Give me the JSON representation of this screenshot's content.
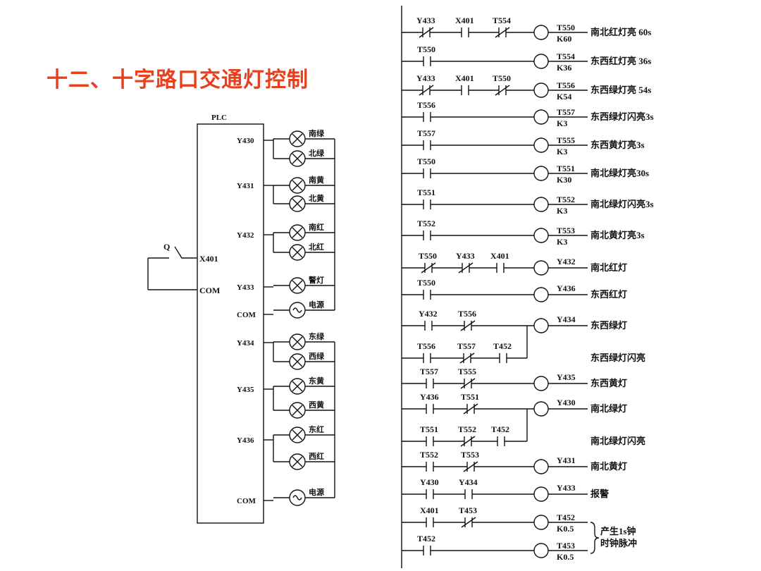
{
  "title": "十二、十字路口交通灯控制",
  "wiring": {
    "plc_label": "PLC",
    "input_switch": "Q",
    "input_terminal": "X401",
    "input_com": "COM",
    "outputs": [
      {
        "terminal": "Y430",
        "lamps": [
          "南绿",
          "北绿"
        ]
      },
      {
        "terminal": "Y431",
        "lamps": [
          "南黄",
          "北黄"
        ]
      },
      {
        "terminal": "Y432",
        "lamps": [
          "南红",
          "北红"
        ]
      },
      {
        "terminal": "Y433",
        "lamps": [
          "警灯"
        ]
      },
      {
        "terminal": "COM",
        "lamps": [
          "电源"
        ]
      },
      {
        "terminal": "Y434",
        "lamps": [
          "东绿",
          "西绿"
        ]
      },
      {
        "terminal": "Y435",
        "lamps": [
          "东黄",
          "西黄"
        ]
      },
      {
        "terminal": "Y436",
        "lamps": [
          "东红",
          "西红"
        ]
      },
      {
        "terminal": "COM",
        "lamps": [
          "电源"
        ]
      }
    ]
  },
  "ladder": {
    "rungs": [
      {
        "contacts": [
          {
            "name": "Y433",
            "type": "NC"
          },
          {
            "name": "X401",
            "type": "NO"
          },
          {
            "name": "T554",
            "type": "NC"
          }
        ],
        "coil": "T550",
        "k": "K60",
        "comment": "南北红灯亮 60s"
      },
      {
        "contacts": [
          {
            "name": "T550",
            "type": "NO"
          }
        ],
        "coil": "T554",
        "k": "K36",
        "comment": "东西红灯亮 36s"
      },
      {
        "contacts": [
          {
            "name": "Y433",
            "type": "NC"
          },
          {
            "name": "X401",
            "type": "NO"
          },
          {
            "name": "T550",
            "type": "NC"
          }
        ],
        "coil": "T556",
        "k": "K54",
        "comment": "东西绿灯亮 54s"
      },
      {
        "contacts": [
          {
            "name": "T556",
            "type": "NO"
          }
        ],
        "coil": "T557",
        "k": "K3",
        "comment": "东西绿灯闪亮3s"
      },
      {
        "contacts": [
          {
            "name": "T557",
            "type": "NO"
          }
        ],
        "coil": "T555",
        "k": "K3",
        "comment": "东西黄灯亮3s"
      },
      {
        "contacts": [
          {
            "name": "T550",
            "type": "NO"
          }
        ],
        "coil": "T551",
        "k": "K30",
        "comment": "南北绿灯亮30s"
      },
      {
        "contacts": [
          {
            "name": "T551",
            "type": "NO"
          }
        ],
        "coil": "T552",
        "k": "K3",
        "comment": "南北绿灯闪亮3s"
      },
      {
        "contacts": [
          {
            "name": "T552",
            "type": "NO"
          }
        ],
        "coil": "T553",
        "k": "K3",
        "comment": "南北黄灯亮3s"
      },
      {
        "contacts": [
          {
            "name": "T550",
            "type": "NC"
          },
          {
            "name": "Y433",
            "type": "NC"
          },
          {
            "name": "X401",
            "type": "NO"
          }
        ],
        "coil": "Y432",
        "k": "",
        "comment": "南北红灯"
      },
      {
        "contacts": [
          {
            "name": "T550",
            "type": "NO"
          }
        ],
        "coil": "Y436",
        "k": "",
        "comment": "东西红灯"
      },
      {
        "contacts": [
          {
            "name": "Y432",
            "type": "NO"
          },
          {
            "name": "T556",
            "type": "NC"
          }
        ],
        "coil": "Y434",
        "k": "",
        "comment": "东西绿灯"
      },
      {
        "contacts": [
          {
            "name": "T556",
            "type": "NO"
          },
          {
            "name": "T557",
            "type": "NC"
          },
          {
            "name": "T452",
            "type": "NO"
          }
        ],
        "coil": "",
        "k": "",
        "comment": "东西绿灯闪亮"
      },
      {
        "contacts": [
          {
            "name": "T557",
            "type": "NO"
          },
          {
            "name": "T555",
            "type": "NC"
          }
        ],
        "coil": "Y435",
        "k": "",
        "comment": "东西黄灯"
      },
      {
        "contacts": [
          {
            "name": "Y436",
            "type": "NO"
          },
          {
            "name": "T551",
            "type": "NC"
          }
        ],
        "coil": "Y430",
        "k": "",
        "comment": "南北绿灯"
      },
      {
        "contacts": [
          {
            "name": "T551",
            "type": "NO"
          },
          {
            "name": "T552",
            "type": "NC"
          },
          {
            "name": "T452",
            "type": "NO"
          }
        ],
        "coil": "",
        "k": "",
        "comment": "南北绿灯闪亮"
      },
      {
        "contacts": [
          {
            "name": "T552",
            "type": "NO"
          },
          {
            "name": "T553",
            "type": "NC"
          }
        ],
        "coil": "Y431",
        "k": "",
        "comment": "南北黄灯"
      },
      {
        "contacts": [
          {
            "name": "Y430",
            "type": "NO"
          },
          {
            "name": "Y434",
            "type": "NO"
          }
        ],
        "coil": "Y433",
        "k": "",
        "comment": "报警"
      },
      {
        "contacts": [
          {
            "name": "X401",
            "type": "NO"
          },
          {
            "name": "T453",
            "type": "NC"
          }
        ],
        "coil": "T452",
        "k": "K0.5",
        "comment": ""
      },
      {
        "contacts": [
          {
            "name": "T452",
            "type": "NO"
          }
        ],
        "coil": "T453",
        "k": "K0.5",
        "comment": ""
      }
    ],
    "pulse_note_1": "产生1s钟",
    "pulse_note_2": "时钟脉冲"
  }
}
